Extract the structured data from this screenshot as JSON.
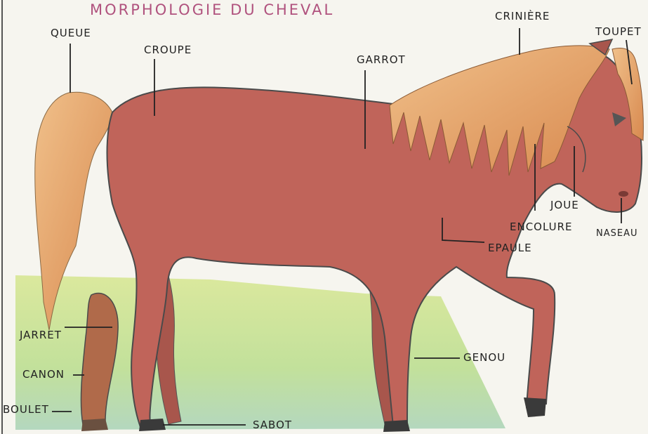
{
  "title": "MORPHOLOGIE DU CHEVAL",
  "labels": {
    "queue": "QUEUE",
    "croupe": "CROUPE",
    "garrot": "GARROT",
    "criniere": "CRINIÈRE",
    "toupet": "TOUPET",
    "joue": "JOUE",
    "naseau": "NASEAU",
    "encolure": "ENCOLURE",
    "epaule": "EPAULE",
    "jarret": "JARRET",
    "canon": "CANON",
    "boulet": "BOULET",
    "genou": "GENOU",
    "sabot": "SABOT"
  },
  "colors": {
    "title": "#b0527e",
    "coat": "#c0645a",
    "mane": "#e4a870",
    "grass": "#cfe290",
    "hoof": "#3a3a3a"
  }
}
